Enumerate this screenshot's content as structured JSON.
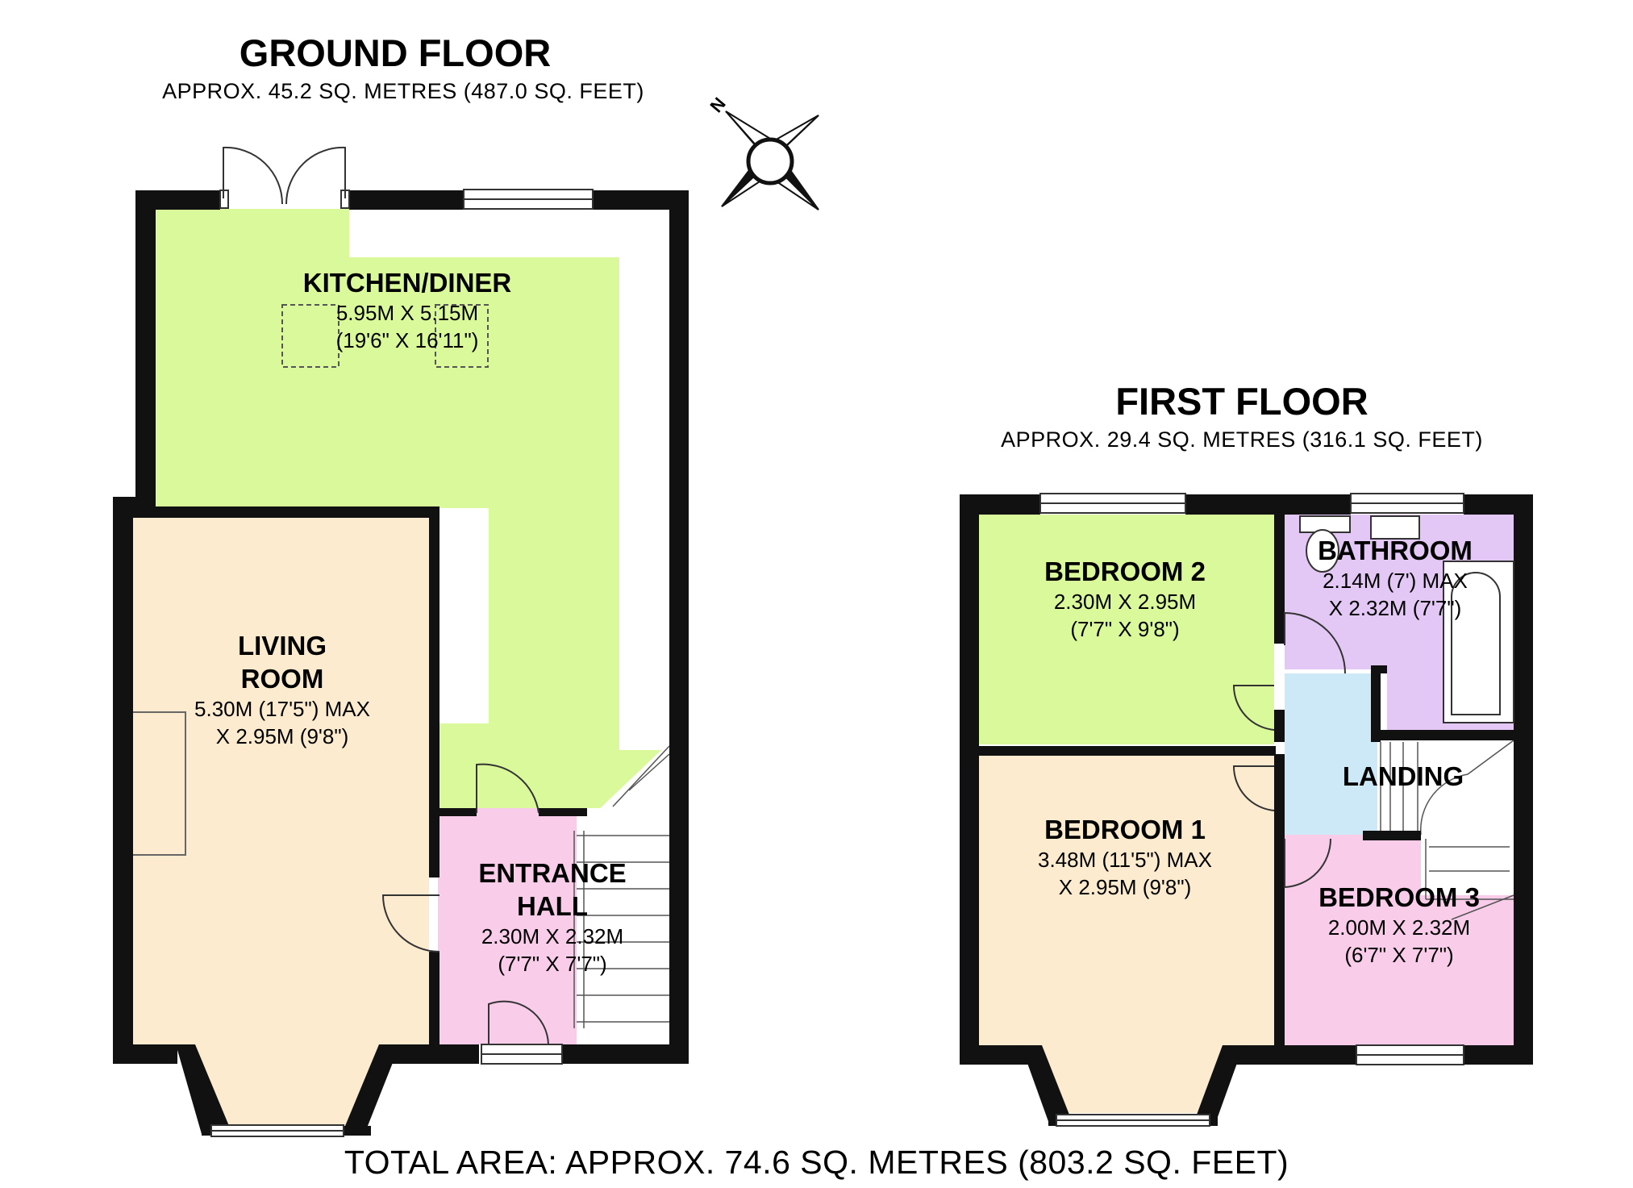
{
  "ground_floor": {
    "title": "GROUND FLOOR",
    "area": "APPROX.  45.2 SQ. METRES (487.0 SQ. FEET)",
    "rooms": {
      "kitchen": {
        "name": "KITCHEN/DINER",
        "dim1": "5.95M X 5.15M",
        "dim2": "(19'6\" X 16'11\")",
        "color": "#d9f99b"
      },
      "living": {
        "name1": "LIVING",
        "name2": "ROOM",
        "dim1": "5.30M (17'5\") MAX",
        "dim2": "X 2.95M (9'8\")",
        "color": "#fdebd0"
      },
      "hall": {
        "name1": "ENTRANCE",
        "name2": "HALL",
        "dim1": "2.30M X 2.32M",
        "dim2": "(7'7\" X 7'7\")",
        "color": "#f9cdea"
      }
    }
  },
  "first_floor": {
    "title": "FIRST FLOOR",
    "area": "APPROX.  29.4 SQ. METRES (316.1 SQ. FEET)",
    "rooms": {
      "bedroom2": {
        "name": "BEDROOM 2",
        "dim1": "2.30M X 2.95M",
        "dim2": "(7'7\" X 9'8\")",
        "color": "#d9f99b"
      },
      "bathroom": {
        "name": "BATHROOM",
        "dim1": "2.14M (7') MAX",
        "dim2": "X 2.32M (7'7\")",
        "color": "#e3c8f5"
      },
      "landing": {
        "name": "LANDING",
        "color": "#cde8f7"
      },
      "bedroom1": {
        "name": "BEDROOM 1",
        "dim1": "3.48M (11'5\") MAX",
        "dim2": "X 2.95M (9'8\")",
        "color": "#fdebd0"
      },
      "bedroom3": {
        "name": "BEDROOM 3",
        "dim1": "2.00M X 2.32M",
        "dim2": "(6'7\" X 7'7\")",
        "color": "#f9cdea"
      }
    }
  },
  "compass": {
    "label": "N"
  },
  "total": "TOTAL AREA: APPROX.  74.6 SQ. METRES (803.2 SQ. FEET)",
  "wall_color": "#111111"
}
